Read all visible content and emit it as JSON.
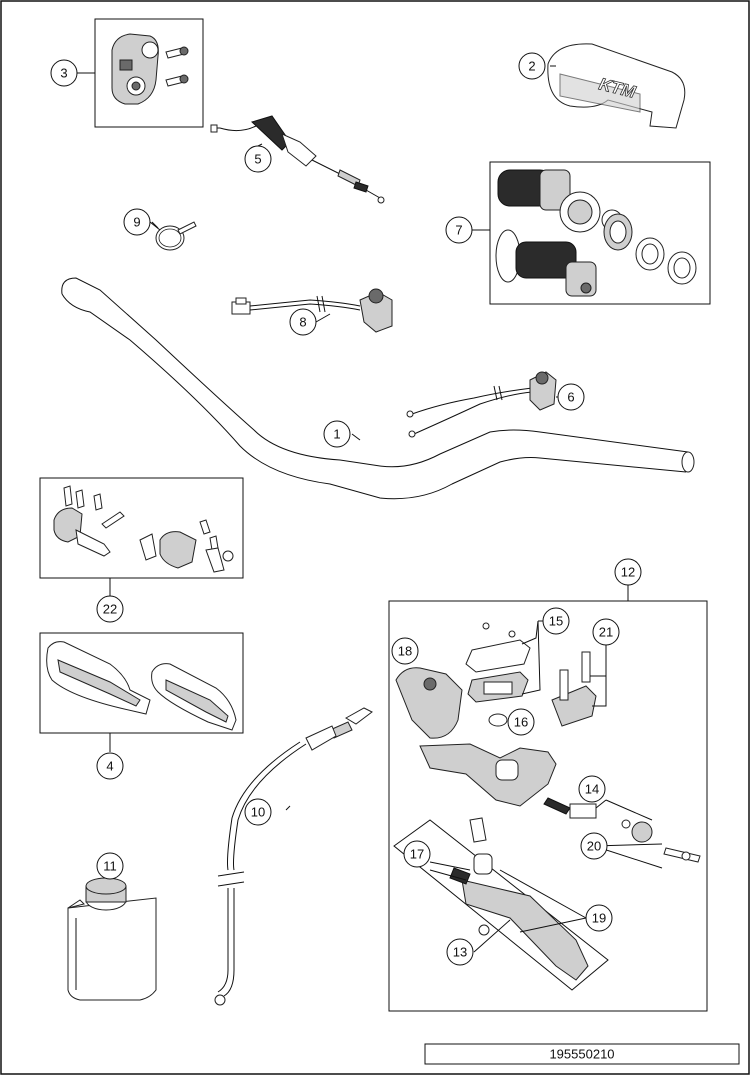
{
  "callouts": [
    "1",
    "2",
    "3",
    "4",
    "5",
    "6",
    "7",
    "8",
    "9",
    "10",
    "11",
    "12",
    "13",
    "14",
    "15",
    "16",
    "17",
    "18",
    "19",
    "20",
    "21",
    "22"
  ],
  "logo_text": "KTM",
  "reference_number": "195550210"
}
